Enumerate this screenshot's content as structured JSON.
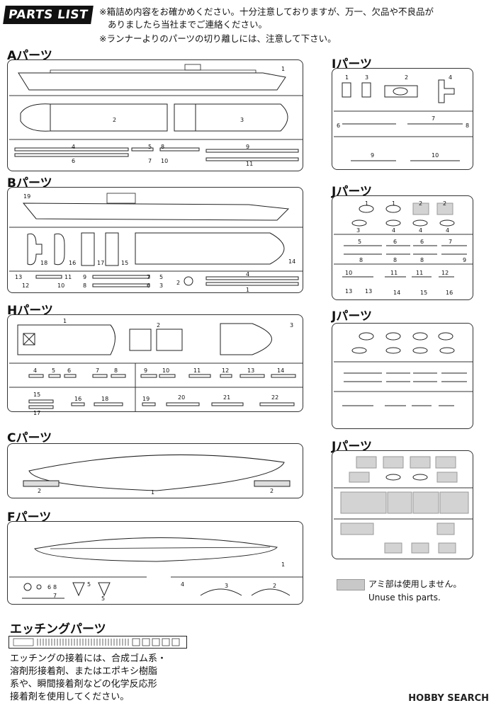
{
  "header": {
    "badge": "PARTS LIST",
    "notice_line1": "※箱詰め内容をお確かめください。十分注意しておりますが、万一、欠品や不良品が",
    "notice_line2": "ありましたら当社までご連絡ください。",
    "notice_line3": "※ランナーよりのパーツの切り離しには、注意して下さい。"
  },
  "sections": {
    "A": "Aパーツ",
    "B": "Bパーツ",
    "H": "Hパーツ",
    "C": "Cパーツ",
    "F": "Fパーツ",
    "I": "Iパーツ",
    "J1": "Jパーツ",
    "J2": "Jパーツ",
    "J3": "Jパーツ",
    "etching": "エッチングパーツ"
  },
  "numbers": {
    "A": [
      "1",
      "2",
      "3",
      "4",
      "5",
      "6",
      "7",
      "8",
      "9",
      "10",
      "11"
    ],
    "B": [
      "19",
      "18",
      "16",
      "17",
      "15",
      "14",
      "13",
      "11",
      "12",
      "10",
      "9",
      "7",
      "8",
      "6",
      "5",
      "3",
      "2",
      "4",
      "1"
    ],
    "H": [
      "1",
      "2",
      "3",
      "4",
      "5",
      "6",
      "7",
      "8",
      "9",
      "10",
      "11",
      "12",
      "13",
      "14",
      "15",
      "17",
      "16",
      "18",
      "19",
      "20",
      "21",
      "22"
    ],
    "C": [
      "2",
      "1",
      "2"
    ],
    "F": [
      "1",
      "6",
      "8",
      "5",
      "5",
      "7",
      "4",
      "3",
      "2"
    ],
    "I": [
      "1",
      "3",
      "2",
      "4",
      "6",
      "7",
      "8",
      "9",
      "10"
    ],
    "J": [
      "1",
      "1",
      "2",
      "2",
      "3",
      "4",
      "4",
      "4",
      "5",
      "6",
      "6",
      "7",
      "8",
      "8",
      "8",
      "9",
      "10",
      "11",
      "11",
      "12",
      "13",
      "13",
      "14",
      "15",
      "16"
    ]
  },
  "legend": {
    "jp": "アミ部は使用しません。",
    "en": "Unuse this parts."
  },
  "etching_note": {
    "line1": "エッチングの接着には、合成ゴム系・",
    "line2": "溶剤形接着剤、またはエポキシ樹脂",
    "line3": "系や、瞬間接着剤などの化学反応形",
    "line4": "接着剤を使用してください。"
  },
  "watermark": "HOBBY SEARCH"
}
